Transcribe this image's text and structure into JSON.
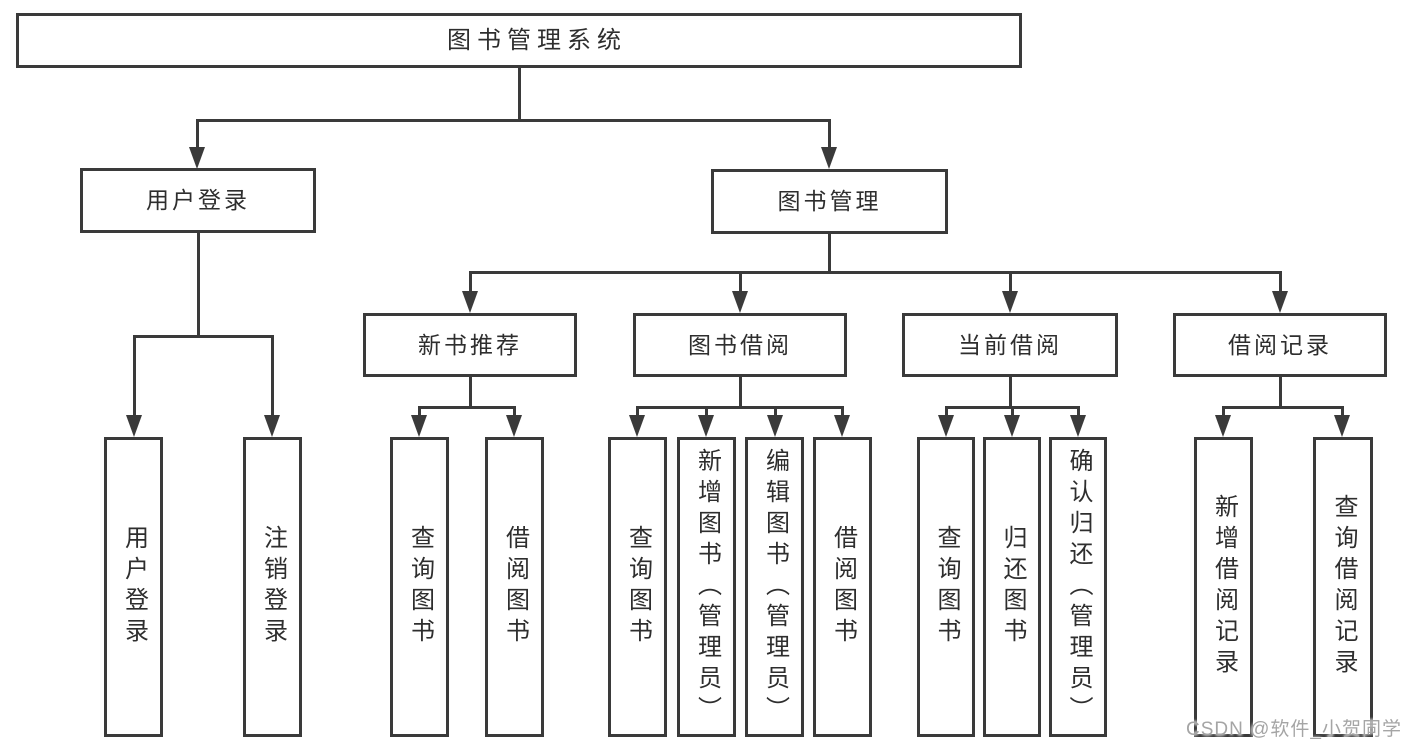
{
  "diagram": {
    "root": "图书管理系统",
    "branches": [
      {
        "label": "用户登录",
        "children": [
          "用户登录",
          "注销登录"
        ]
      },
      {
        "label": "图书管理",
        "children": [
          {
            "label": "新书推荐",
            "children": [
              "查询图书",
              "借阅图书"
            ]
          },
          {
            "label": "图书借阅",
            "children": [
              "查询图书",
              "新增图书（管理员）",
              "编辑图书（管理员）",
              "借阅图书"
            ]
          },
          {
            "label": "当前借阅",
            "children": [
              "查询图书",
              "归还图书",
              "确认归还（管理员）"
            ]
          },
          {
            "label": "借阅记录",
            "children": [
              "新增借阅记录",
              "查询借阅记录"
            ]
          }
        ]
      }
    ]
  },
  "watermark": {
    "text": "CSDN @软件_小贺同学"
  },
  "colors": {
    "line": "#3a3a3a",
    "text": "#2e2e2e",
    "watermark": "#a5a5a5",
    "background": "#ffffff"
  }
}
